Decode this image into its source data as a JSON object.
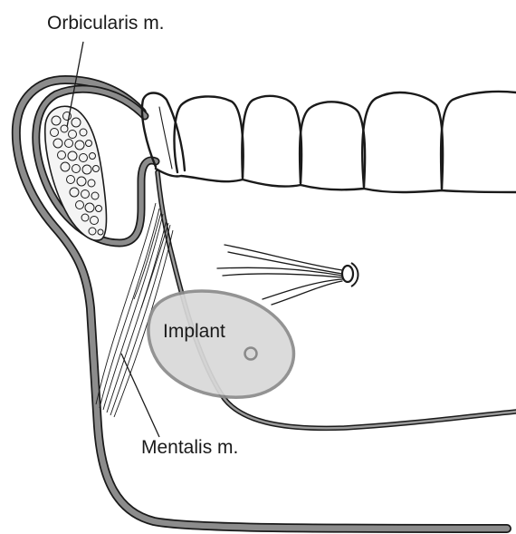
{
  "labels": {
    "orbicularis": "Orbicularis m.",
    "implant": "Implant",
    "mentalis": "Mentalis m."
  },
  "colors": {
    "line": "#1a1a1a",
    "soft_tissue_band": "#8c8c8c",
    "implant_fill": "#d9d9d9",
    "implant_border": "#8a8a8a",
    "background": "#ffffff"
  }
}
